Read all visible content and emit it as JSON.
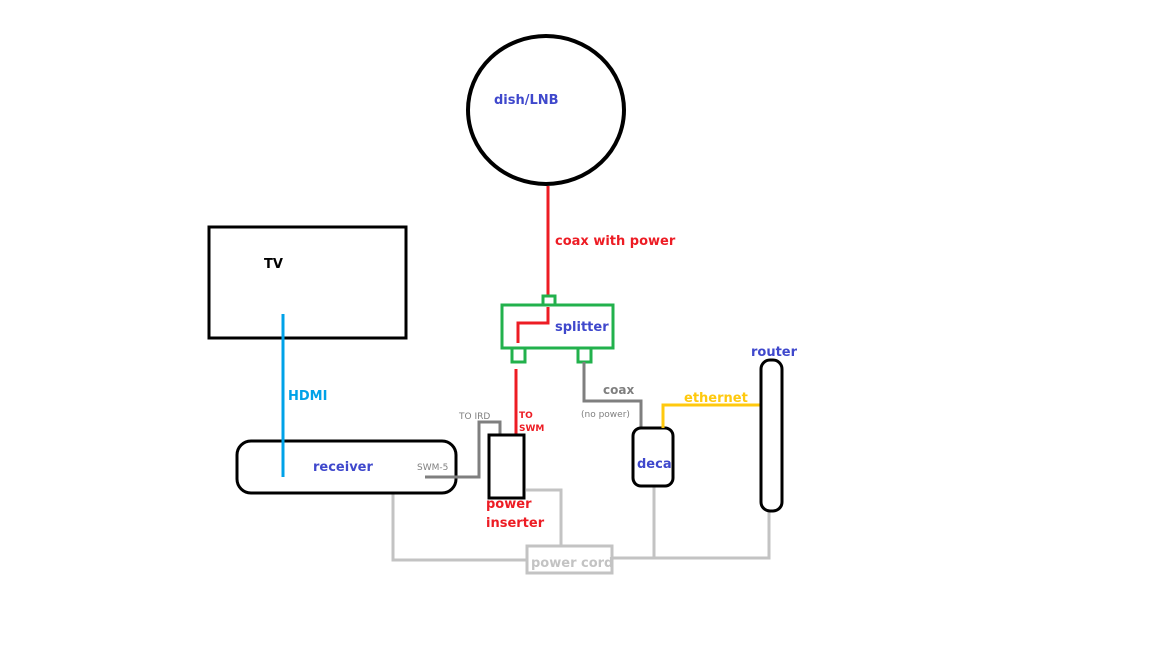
{
  "colors": {
    "outline": "#000000",
    "device_label": "#3f48cc",
    "coax_power": "#ed1c24",
    "hdmi": "#00a2e8",
    "splitter": "#22b14c",
    "coax": "#7f7f7f",
    "ethernet": "#ffc90e",
    "power_cord": "#c3c3c3",
    "tv_label": "#000000"
  },
  "devices": {
    "dish": "dish/LNB",
    "tv": "TV",
    "splitter": "splitter",
    "receiver": "receiver",
    "power_inserter_line1": "power",
    "power_inserter_line2": "inserter",
    "deca": "deca",
    "router": "router",
    "power_cord": "power cord"
  },
  "connections": {
    "coax_with_power": "coax with power",
    "hdmi": "HDMI",
    "to_ird": "TO IRD",
    "to_swm_line1": "TO",
    "to_swm_line2": "SWM",
    "swm_port": "SWM-5",
    "coax": "coax",
    "no_power": "(no power)",
    "ethernet": "ethernet"
  }
}
